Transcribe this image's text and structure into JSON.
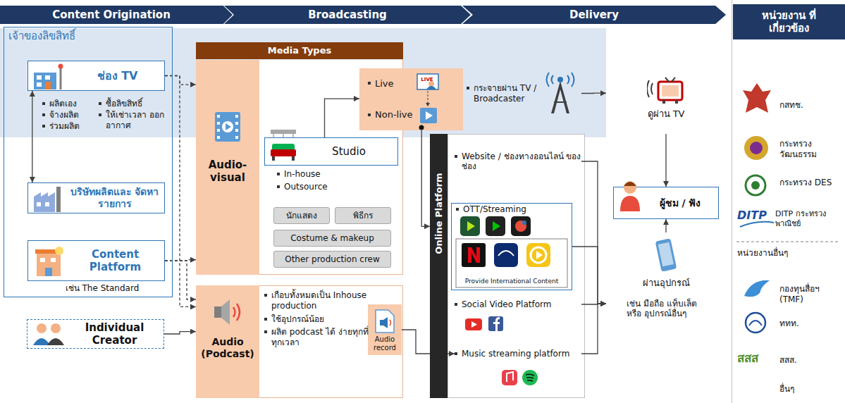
{
  "diagram": {
    "nodes": [
      {
        "text": [
          "Content Origination"
        ]
      },
      {
        "text": [
          "Broadcasting"
        ]
      },
      {
        "text": [
          "Delivery"
        ]
      },
      {
        "text": [
          "เจ้าของลิขสิทธิ์"
        ]
      },
      {
        "text": [
          "ช่อง TV"
        ],
        "in": 3
      },
      {
        "text": [
          "บริษัทผลิตและ จัดหารายการ"
        ],
        "in": 3
      },
      {
        "text": [
          "Content Platform"
        ],
        "in": 3
      },
      {
        "text": [
          "Individual Creator"
        ]
      },
      {
        "text": [
          "Media Types"
        ]
      },
      {
        "text": [
          "Audio-visual"
        ]
      },
      {
        "text": [
          "Studio"
        ]
      },
      {
        "text": [
          "นักแสดง"
        ]
      },
      {
        "text": [
          "พิธีกร"
        ]
      },
      {
        "text": [
          "Costume & makeup"
        ]
      },
      {
        "text": [
          "Other production crew"
        ]
      },
      {
        "text": [
          "Live",
          "Non-live"
        ]
      },
      {
        "text": [
          "Audio (Podcast)"
        ]
      },
      {
        "text": [
          "Audio record"
        ]
      },
      {
        "text": [
          "กระจายผ่าน TV / Broadcaster"
        ]
      },
      {
        "text": [
          "ดูผ่าน TV"
        ]
      },
      {
        "text": [
          "Online Platform"
        ]
      },
      {
        "text": [
          "Website / ช่องทางออนไลน์ ของช่อง"
        ]
      },
      {
        "text": [
          "OTT/Streaming",
          "Provide International Content"
        ]
      },
      {
        "text": [
          "Social Video Platform"
        ]
      },
      {
        "text": [
          "Music streaming platform"
        ]
      },
      {
        "text": [
          "ผู้ชม / ฟัง"
        ]
      },
      {
        "text": [
          "ผ่านอุปกรณ์",
          "เช่น มือถือ แท็บเล็ต หรือ อุปกรณ์อื่นๆ"
        ]
      },
      {
        "text": [
          "หน่วยงาน ที่เกี่ยวข้อง"
        ]
      }
    ],
    "edges": [
      {
        "from": 4,
        "to": 9,
        "arrow": "to"
      },
      {
        "from": 4,
        "to": 16,
        "arrow": "to"
      },
      {
        "from": 4,
        "to": 5,
        "arrow": "both"
      },
      {
        "from": 6,
        "to": 9,
        "arrow": "to"
      },
      {
        "from": 6,
        "to": 16,
        "arrow": "to"
      },
      {
        "from": 7,
        "to": 16,
        "arrow": "to"
      },
      {
        "from": 10,
        "to": 15,
        "arrow": "to"
      },
      {
        "from": 15,
        "to": 20,
        "arrow": "to"
      },
      {
        "from": 18,
        "to": 19,
        "arrow": "to"
      },
      {
        "from": 19,
        "to": 25,
        "arrow": "to"
      },
      {
        "from": 21,
        "to": 26,
        "arrow": "to"
      },
      {
        "from": 22,
        "to": 26,
        "arrow": "to"
      },
      {
        "from": 23,
        "to": 26,
        "arrow": "to"
      },
      {
        "from": 24,
        "to": 26,
        "arrow": "to"
      },
      {
        "from": 26,
        "to": 25,
        "arrow": "to"
      },
      {
        "from": 17,
        "to": 24,
        "arrow": "to"
      }
    ],
    "labels": [
      "ผลิตเอง",
      "จ้างผลิต",
      "ร่วมผลิต",
      "ซื้อลิขสิทธิ์",
      "ให้เช่าเวลา ออกอากาศ",
      "เช่น The Standard",
      "In-house",
      "Outsource",
      "เกือบทั้งหมดเป็น Inhouse production",
      "ใช้อุปกรณ์น้อย",
      "ผลิต podcast ได้ ง่ายทุกที่ทุกเวลา",
      "กสทช.",
      "กระทรวง วัฒนธรรม",
      "กระทรวง DES",
      "DITP",
      "DITP กระทรวงพาณิชย์",
      "หน่วยงานอื่นๆ",
      "กองทุนสื่อฯ (TMF)",
      "ททท.",
      "สสส",
      "สสส.",
      "อื่นๆ",
      "LIVE"
    ]
  }
}
